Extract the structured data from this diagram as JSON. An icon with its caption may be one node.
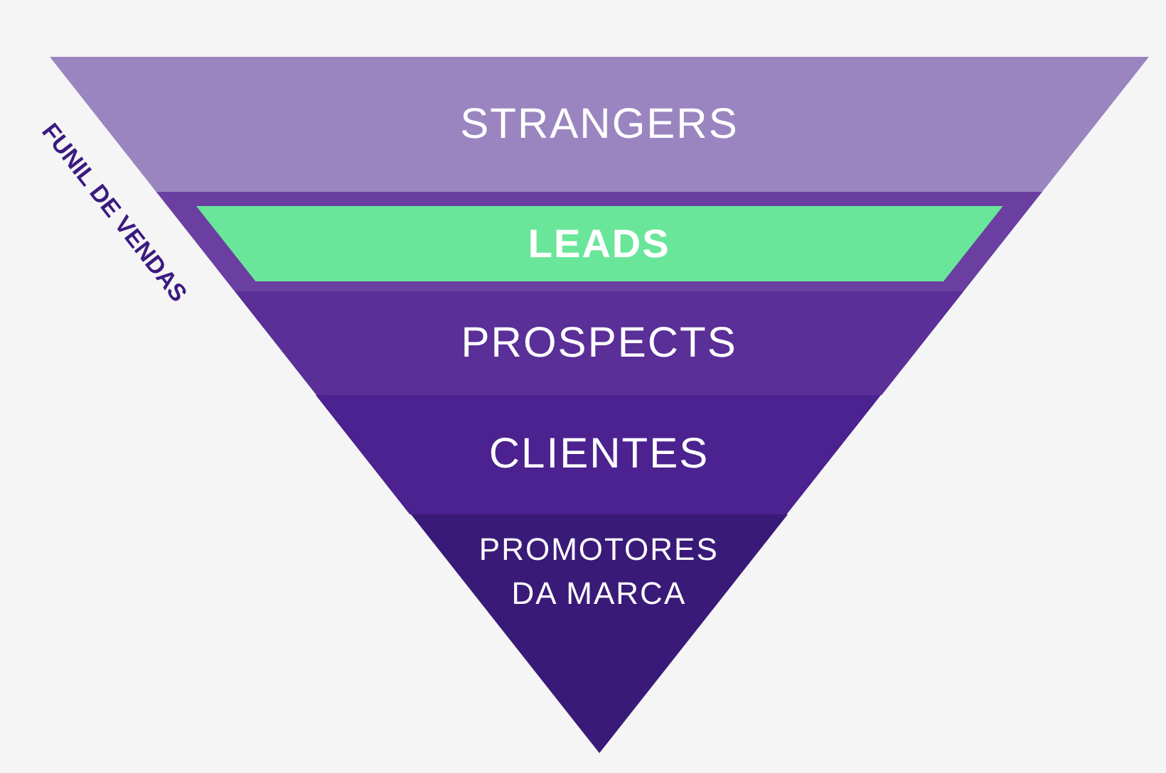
{
  "diagram": {
    "nodes": [
      {
        "text": [
          "STRANGERS"
        ]
      },
      {
        "text": [
          "LEADS"
        ]
      },
      {
        "text": [
          "PROSPECTS"
        ]
      },
      {
        "text": [
          "CLIENTES"
        ]
      },
      {
        "text": [
          "PROMOTORES DA MARCA"
        ]
      }
    ],
    "labels": [
      "FUNIL DE VENDAS"
    ]
  }
}
